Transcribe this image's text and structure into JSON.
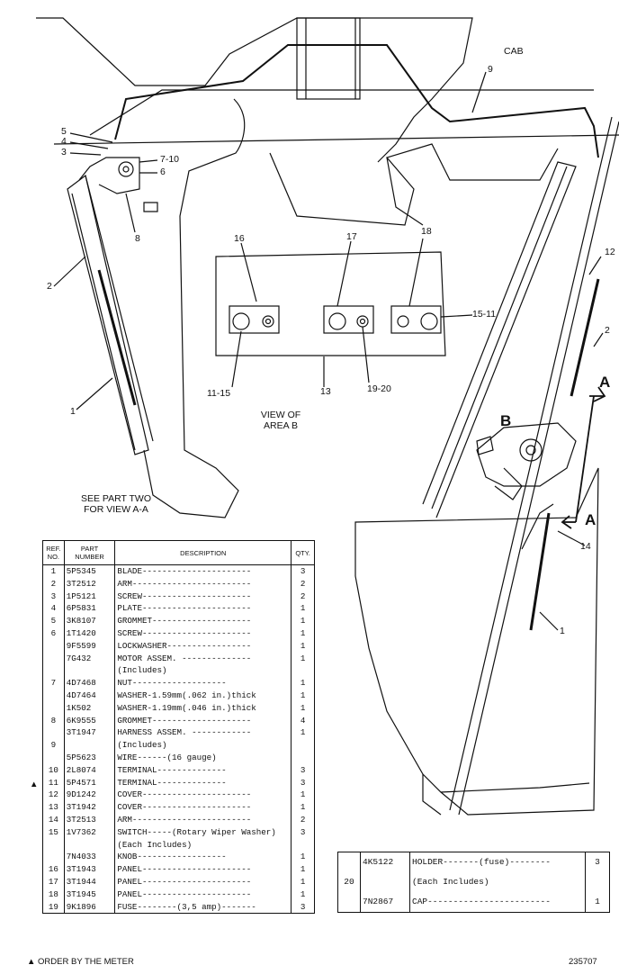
{
  "drawing": {
    "cab_label": "CAB",
    "view_a_note_line1": "SEE PART TWO",
    "view_a_note_line2": "FOR VIEW A-A",
    "view_b_line1": "VIEW OF",
    "view_b_line2": "AREA  B",
    "section_marker_a": "A",
    "section_marker_b": "B",
    "callouts": {
      "c5": "5",
      "c4": "4",
      "c3": "3",
      "c7_10": "7-10",
      "c6": "6",
      "c8": "8",
      "c2_left": "2",
      "c1_left": "1",
      "c9": "9",
      "c16": "16",
      "c17": "17",
      "c18": "18",
      "c15_11": "15-11",
      "c11_15": "11-15",
      "c13": "13",
      "c19_20": "19-20",
      "c12": "12",
      "c2_right": "2",
      "c14": "14",
      "c1_right": "1"
    }
  },
  "parts_table": {
    "headers": {
      "ref": "REF. NO.",
      "part": "PART NUMBER",
      "desc": "DESCRIPTION",
      "qty": "QTY."
    },
    "rows": [
      {
        "ref": "1",
        "part": "5P5345",
        "desc": "BLADE----------------------",
        "qty": "3"
      },
      {
        "ref": "2",
        "part": "3T2512",
        "desc": "ARM------------------------",
        "qty": "2"
      },
      {
        "ref": "3",
        "part": "1P5121",
        "desc": "SCREW----------------------",
        "qty": "2"
      },
      {
        "ref": "4",
        "part": "6P5831",
        "desc": "PLATE----------------------",
        "qty": "1"
      },
      {
        "ref": "5",
        "part": "3K8107",
        "desc": "GROMMET--------------------",
        "qty": "1"
      },
      {
        "ref": "6",
        "part": "1T1420",
        "desc": "SCREW----------------------",
        "qty": "1"
      },
      {
        "ref": "",
        "part": "9F5599",
        "desc": "LOCKWASHER-----------------",
        "qty": "1"
      },
      {
        "ref": "",
        "part": "7G432",
        "desc": "MOTOR ASSEM. --------------",
        "qty": "1"
      },
      {
        "ref": "",
        "part": "",
        "desc": "     (Includes)",
        "qty": ""
      },
      {
        "ref": "7",
        "part": "4D7468",
        "desc": "     NUT-------------------",
        "qty": "1"
      },
      {
        "ref": "",
        "part": "4D7464",
        "desc": "     WASHER-1.59mm(.062 in.)thick",
        "qty": "1"
      },
      {
        "ref": "",
        "part": "1K502",
        "desc": "     WASHER-1.19mm(.046 in.)thick",
        "qty": "1"
      },
      {
        "ref": "8",
        "part": "6K9555",
        "desc": "GROMMET--------------------",
        "qty": "4"
      },
      {
        "ref": "",
        "part": "3T1947",
        "desc": "HARNESS ASSEM. ------------",
        "qty": "1"
      },
      {
        "ref": "9",
        "part": "",
        "desc": "     (Includes)",
        "qty": ""
      },
      {
        "ref": "",
        "part": "5P5623",
        "desc": "     WIRE------(16 gauge)",
        "qty": ""
      },
      {
        "ref": "10",
        "part": "2L8074",
        "desc": "     TERMINAL--------------",
        "qty": "3"
      },
      {
        "ref": "11",
        "part": "5P4571",
        "desc": "     TERMINAL--------------",
        "qty": "3"
      },
      {
        "ref": "12",
        "part": "9D1242",
        "desc": "COVER----------------------",
        "qty": "1"
      },
      {
        "ref": "13",
        "part": "3T1942",
        "desc": "COVER----------------------",
        "qty": "1"
      },
      {
        "ref": "14",
        "part": "3T2513",
        "desc": "ARM------------------------",
        "qty": "2"
      },
      {
        "ref": "15",
        "part": "1V7362",
        "desc": "SWITCH-----(Rotary Wiper Washer)",
        "qty": "3"
      },
      {
        "ref": "",
        "part": "",
        "desc": "(Each Includes)",
        "qty": ""
      },
      {
        "ref": "",
        "part": "7N4033",
        "desc": "     KNOB------------------",
        "qty": "1"
      },
      {
        "ref": "16",
        "part": "3T1943",
        "desc": "PANEL----------------------",
        "qty": "1"
      },
      {
        "ref": "17",
        "part": "3T1944",
        "desc": "PANEL----------------------",
        "qty": "1"
      },
      {
        "ref": "18",
        "part": "3T1945",
        "desc": "PANEL----------------------",
        "qty": "1"
      },
      {
        "ref": "19",
        "part": "9K1896",
        "desc": "FUSE--------(3,5 amp)-------",
        "qty": "3"
      }
    ]
  },
  "holder_table": {
    "rows": [
      {
        "ref": "",
        "part": "4K5122",
        "desc": "HOLDER-------(fuse)--------",
        "qty": "3"
      },
      {
        "ref": "20",
        "part": "",
        "desc": "(Each Includes)",
        "qty": ""
      },
      {
        "ref": "",
        "part": "7N2867",
        "desc": "CAP------------------------",
        "qty": "1"
      }
    ]
  },
  "footer": {
    "order_note": "▲ ORDER BY THE METER",
    "order_marker": "▲",
    "drawing_number": "235707"
  }
}
